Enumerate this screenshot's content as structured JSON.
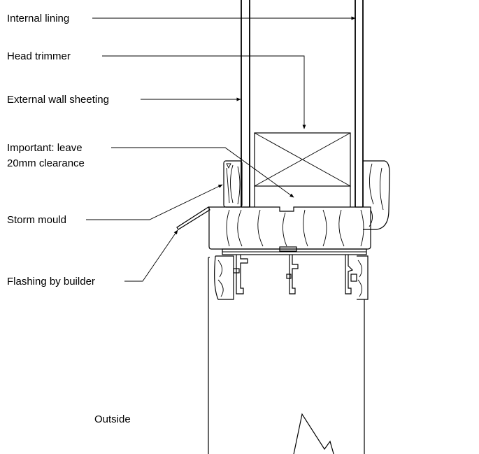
{
  "labels": {
    "internal_lining": "Internal lining",
    "head_trimmer": "Head trimmer",
    "external_wall_sheeting": "External wall sheeting",
    "important_line1": "Important: leave",
    "important_line2": "20mm clearance",
    "storm_mould": "Storm mould",
    "flashing": "Flashing by builder",
    "outside": "Outside"
  },
  "colors": {
    "line": "#000000",
    "background": "#ffffff"
  }
}
